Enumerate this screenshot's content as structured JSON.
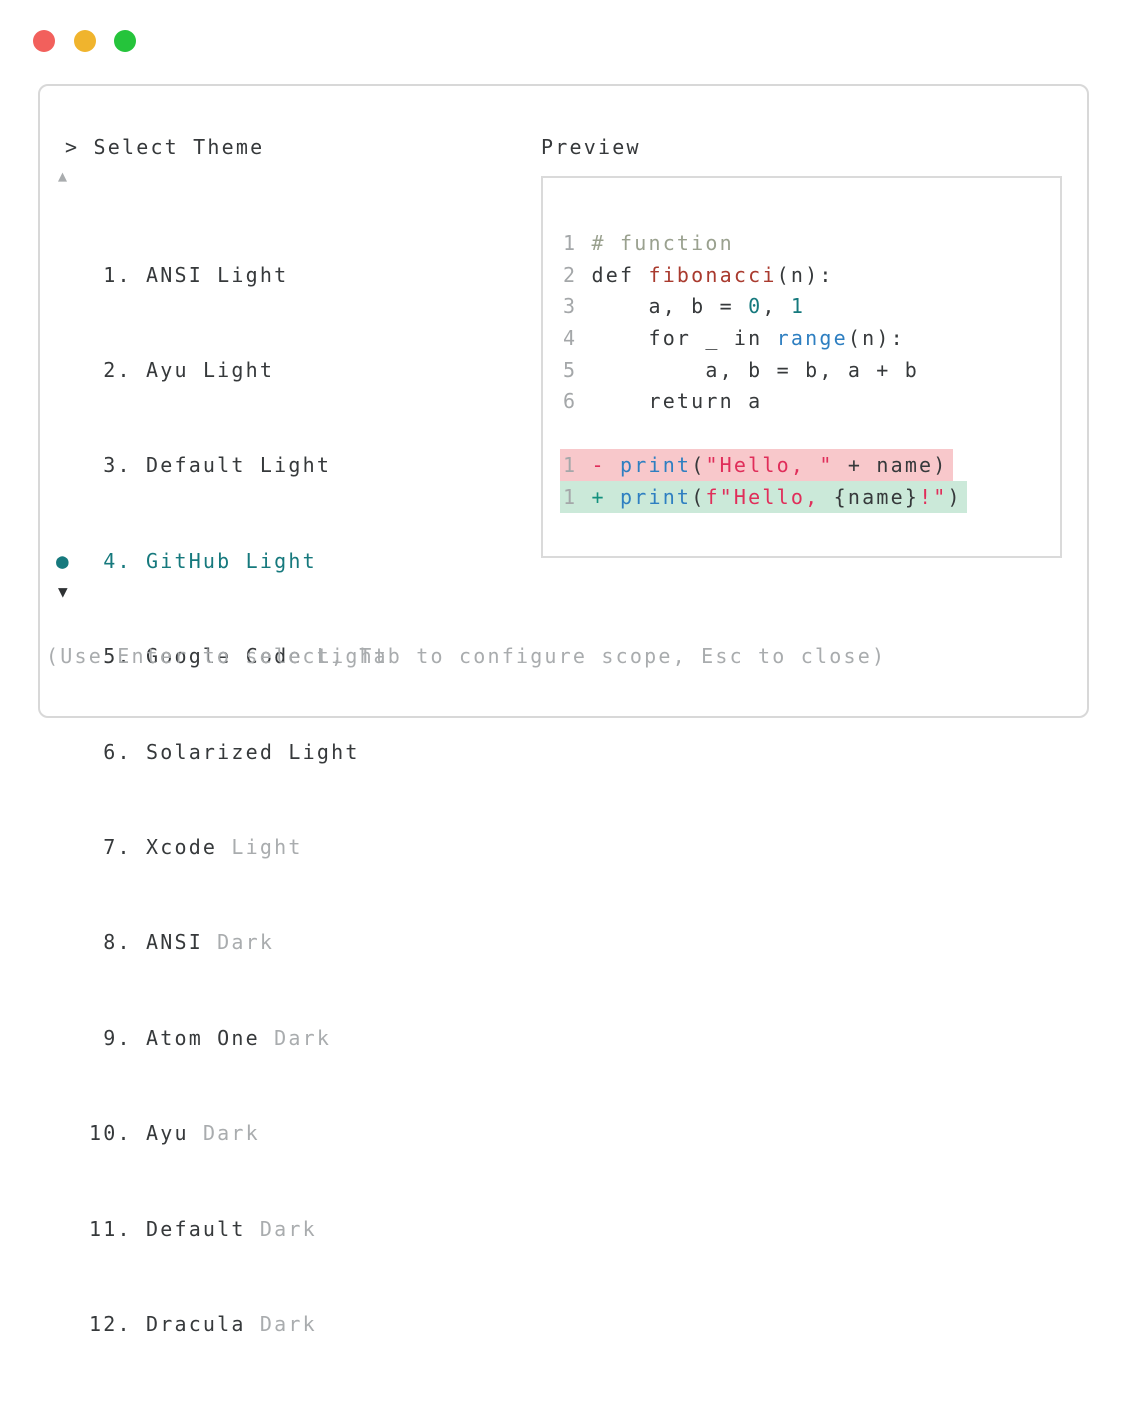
{
  "colors": {
    "accent_teal": "#16797d",
    "text_dark": "#36393b",
    "text_dim": "#a9acae",
    "line_number": "#a4a7a9",
    "comment": "#9aa18f",
    "function_red": "#a93a2e",
    "keyword_blue": "#2e7fc1",
    "string_crimson": "#e02e5a",
    "diff_del_bg": "#f8c8cb",
    "diff_add_bg": "#cbe9d9",
    "diff_add_fg": "#13917e",
    "traffic_red": "#f2605c",
    "traffic_yellow": "#f0b42d",
    "traffic_green": "#25c43b",
    "border": "#d8d8d8"
  },
  "window_controls": {
    "buttons": [
      "close",
      "minimize",
      "maximize"
    ]
  },
  "picker": {
    "prompt": "> Select Theme",
    "scroll_up_icon": "▲",
    "scroll_down_icon": "▼",
    "selected_marker": "●",
    "items": [
      {
        "num": " 1. ",
        "name": "ANSI",
        "variant": " Light",
        "dim_variant": false,
        "selected": false
      },
      {
        "num": " 2. ",
        "name": "Ayu",
        "variant": " Light",
        "dim_variant": false,
        "selected": false
      },
      {
        "num": " 3. ",
        "name": "Default",
        "variant": " Light",
        "dim_variant": false,
        "selected": false
      },
      {
        "num": " 4. ",
        "name": "GitHub",
        "variant": " Light",
        "dim_variant": false,
        "selected": true
      },
      {
        "num": " 5. ",
        "name": "Google Code",
        "variant": " Light",
        "dim_variant": true,
        "selected": false
      },
      {
        "num": " 6. ",
        "name": "Solarized",
        "variant": " Light",
        "dim_variant": false,
        "selected": false
      },
      {
        "num": " 7. ",
        "name": "Xcode",
        "variant": " Light",
        "dim_variant": true,
        "selected": false
      },
      {
        "num": " 8. ",
        "name": "ANSI",
        "variant": " Dark",
        "dim_variant": true,
        "selected": false
      },
      {
        "num": " 9. ",
        "name": "Atom One",
        "variant": " Dark",
        "dim_variant": true,
        "selected": false
      },
      {
        "num": "10. ",
        "name": "Ayu",
        "variant": " Dark",
        "dim_variant": true,
        "selected": false
      },
      {
        "num": "11. ",
        "name": "Default",
        "variant": " Dark",
        "dim_variant": true,
        "selected": false
      },
      {
        "num": "12. ",
        "name": "Dracula",
        "variant": " Dark",
        "dim_variant": true,
        "selected": false
      }
    ],
    "hint": "(Use Enter to select, Tab to configure scope, Esc to close)"
  },
  "preview": {
    "label": "Preview",
    "lines": [
      {
        "n": "1 ",
        "tokens": [
          {
            "c": "com",
            "t": "# function"
          }
        ]
      },
      {
        "n": "2 ",
        "tokens": [
          {
            "c": "d",
            "t": "def "
          },
          {
            "c": "fn",
            "t": "fibonacci"
          },
          {
            "c": "d",
            "t": "(n):"
          }
        ]
      },
      {
        "n": "3 ",
        "tokens": [
          {
            "c": "d",
            "t": "    a, b = "
          },
          {
            "c": "num",
            "t": "0"
          },
          {
            "c": "d",
            "t": ", "
          },
          {
            "c": "num",
            "t": "1"
          }
        ]
      },
      {
        "n": "4 ",
        "tokens": [
          {
            "c": "d",
            "t": "    for _ in "
          },
          {
            "c": "blu",
            "t": "range"
          },
          {
            "c": "d",
            "t": "(n):"
          }
        ]
      },
      {
        "n": "5 ",
        "tokens": [
          {
            "c": "d",
            "t": "        a, b = b, a + b"
          }
        ]
      },
      {
        "n": "6 ",
        "tokens": [
          {
            "c": "d",
            "t": "    return a"
          }
        ]
      },
      {
        "n": "",
        "tokens": []
      },
      {
        "n": "1 ",
        "hl": "del",
        "tokens": [
          {
            "c": "del",
            "t": "- "
          },
          {
            "c": "blu",
            "t": "print"
          },
          {
            "c": "d",
            "t": "("
          },
          {
            "c": "str",
            "t": "\"Hello, \""
          },
          {
            "c": "d",
            "t": " + name)"
          }
        ]
      },
      {
        "n": "1 ",
        "hl": "add",
        "tokens": [
          {
            "c": "add",
            "t": "+ "
          },
          {
            "c": "blu",
            "t": "print"
          },
          {
            "c": "d",
            "t": "("
          },
          {
            "c": "str",
            "t": "f\"Hello, "
          },
          {
            "c": "d",
            "t": "{name}"
          },
          {
            "c": "str",
            "t": "!\""
          },
          {
            "c": "d",
            "t": ")"
          }
        ]
      }
    ]
  }
}
